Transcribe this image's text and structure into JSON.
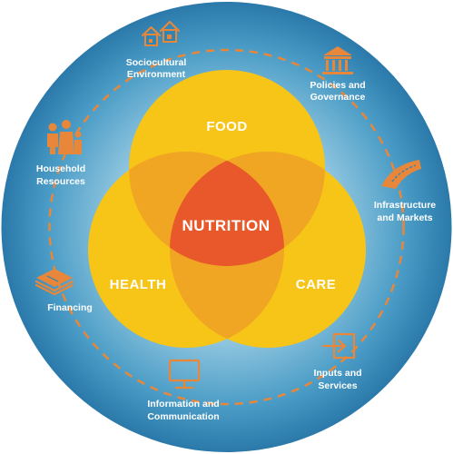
{
  "title": "",
  "circles": {
    "food": "FOOD",
    "health": "HEALTH",
    "care": "CARE",
    "center": "NUTRITION"
  },
  "ring_items": [
    {
      "id": "sociocultural",
      "line1": "Sociocultural",
      "line2": "Environment",
      "icon": "houses-icon"
    },
    {
      "id": "policies",
      "line1": "Policies and",
      "line2": "Governance",
      "icon": "government-building-icon"
    },
    {
      "id": "infrastructure",
      "line1": "Infrastructure",
      "line2": "and Markets",
      "icon": "road-icon"
    },
    {
      "id": "inputs",
      "line1": "Inputs and",
      "line2": "Services",
      "icon": "entry-arrow-icon"
    },
    {
      "id": "information",
      "line1": "Information and",
      "line2": "Communication",
      "icon": "computer-monitor-icon"
    },
    {
      "id": "financing",
      "line1": "Financing",
      "line2": "",
      "icon": "money-stack-icon"
    },
    {
      "id": "household",
      "line1": "Household",
      "line2": "Resources",
      "icon": "family-icon"
    }
  ],
  "colors": {
    "outer_ring": "#2f86b5",
    "inner_glow": "#9fd0e8",
    "circle_fill": "#f7c418",
    "overlap": "#f0a623",
    "center": "#e8582a",
    "icon": "#e8873a",
    "dash": "#e8873a"
  }
}
